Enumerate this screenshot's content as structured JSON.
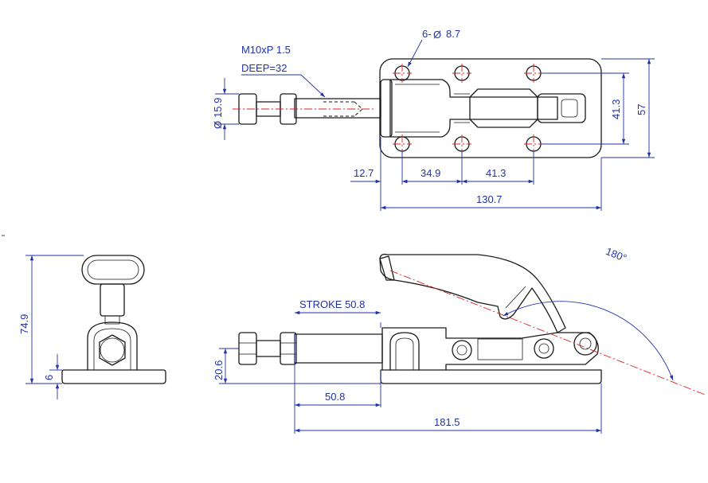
{
  "notes": {
    "thread": "M10xP 1.5",
    "depth": "DEEP=32",
    "holes": "6-",
    "hole_dia": "8.7",
    "stroke": "STROKE 50.8",
    "angle": "180°"
  },
  "dims": {
    "shaft_dia": "15.9",
    "hole_pitch_y": "41.3",
    "base_width": "57",
    "d_12_7": "12.7",
    "d_34_9": "34.9",
    "d_41_3": "41.3",
    "d_130_7": "130.7",
    "height_total": "74.9",
    "base_thick": "6",
    "shaft_height": "20.6",
    "d_50_8": "50.8",
    "d_181_5": "181.5"
  },
  "colors": {
    "outline": "#1a1a1a",
    "dimension": "#2233aa",
    "centerline": "#dd2222"
  }
}
